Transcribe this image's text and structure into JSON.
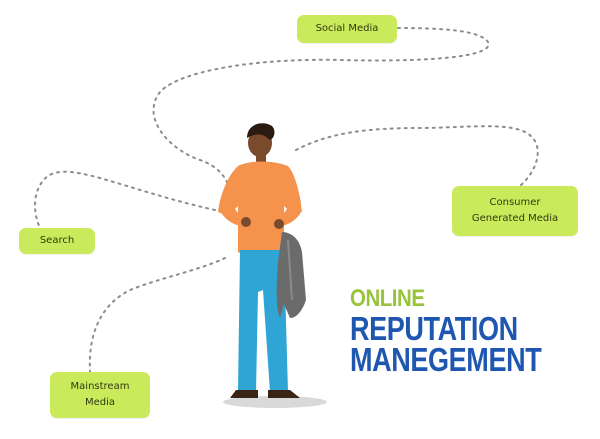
{
  "tags": {
    "social_media": "Social Media",
    "consumer_line1": "Consumer",
    "consumer_line2": "Generated Media",
    "search": "Search",
    "mainstream_line1": "Mainstream",
    "mainstream_line2": "Media"
  },
  "title": {
    "line1": "ONLINE",
    "line2": "REPUTATION",
    "line3": "MANEGEMENT"
  },
  "colors": {
    "tag_background": "#c9ea5a",
    "title_accent": "#98c33a",
    "title_primary": "#1f57b0",
    "dotted_path": "#8c8c8c",
    "shirt": "#f5924b",
    "pants": "#2fa5d6",
    "jacket": "#6b6b6b",
    "skin": "#7a4a2c"
  },
  "icons": {
    "figure": "standing-man-illustration",
    "connector": "dotted-path"
  }
}
